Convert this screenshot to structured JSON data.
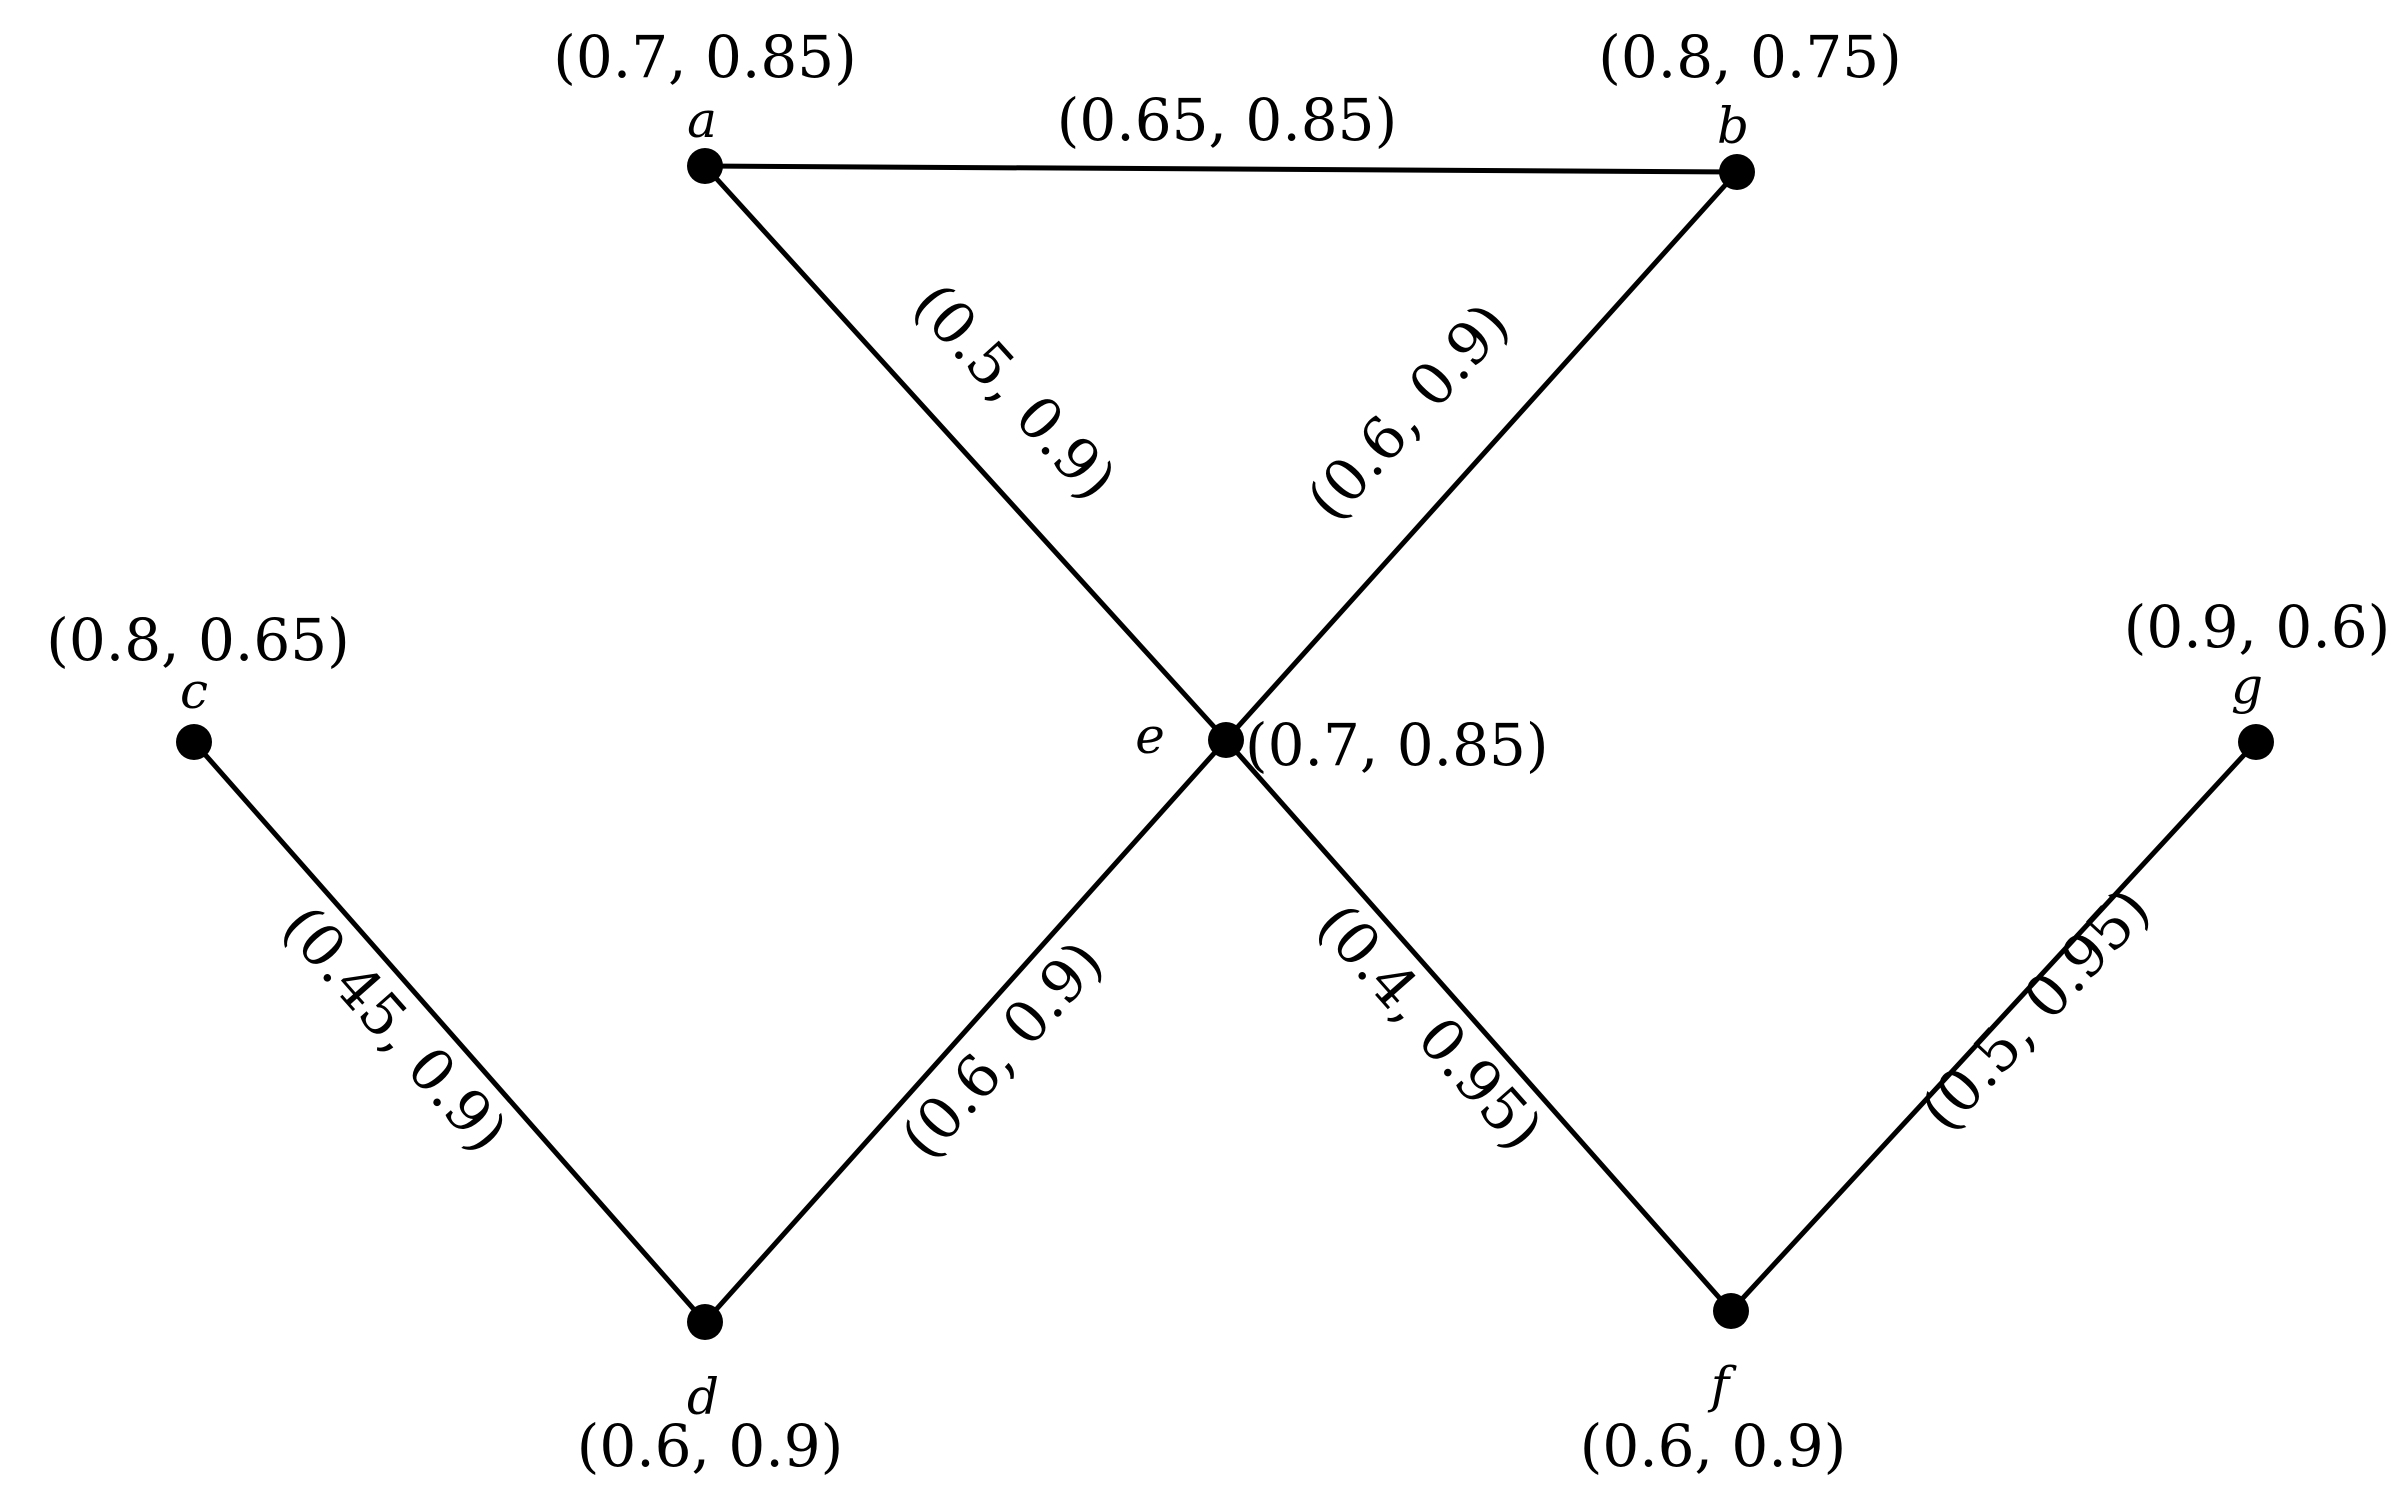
{
  "graph": {
    "vertices": [
      {
        "id": "a",
        "label": "a",
        "value": "(0.7, 0.85)"
      },
      {
        "id": "b",
        "label": "b",
        "value": "(0.8, 0.75)"
      },
      {
        "id": "c",
        "label": "c",
        "value": "(0.8, 0.65)"
      },
      {
        "id": "d",
        "label": "d",
        "value": "(0.6, 0.9)"
      },
      {
        "id": "e",
        "label": "e",
        "value": "(0.7, 0.85)"
      },
      {
        "id": "f",
        "label": "f",
        "value": "(0.6, 0.9)"
      },
      {
        "id": "g",
        "label": "g",
        "value": "(0.9, 0.6)"
      }
    ],
    "edges": [
      {
        "from": "a",
        "to": "b",
        "value": "(0.65, 0.85)"
      },
      {
        "from": "a",
        "to": "e",
        "value": "(0.5, 0.9)"
      },
      {
        "from": "b",
        "to": "e",
        "value": "(0.6, 0.9)"
      },
      {
        "from": "c",
        "to": "d",
        "value": "(0.45, 0.9)"
      },
      {
        "from": "d",
        "to": "e",
        "value": "(0.6, 0.9)"
      },
      {
        "from": "e",
        "to": "f",
        "value": "(0.4, 0.95)"
      },
      {
        "from": "f",
        "to": "g",
        "value": "(0.5, 0.95)"
      }
    ],
    "colors": {
      "stroke": "#000000",
      "background": "#ffffff"
    }
  }
}
